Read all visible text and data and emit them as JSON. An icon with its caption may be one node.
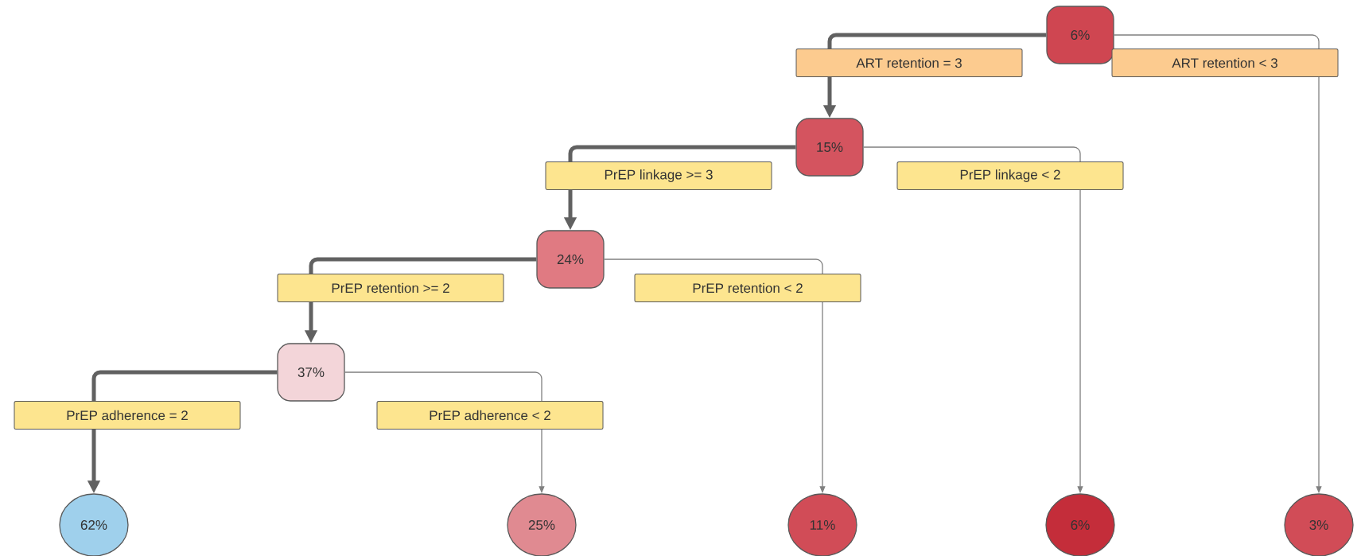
{
  "diagram": {
    "nodes": [
      {
        "text": [
          "6%"
        ]
      },
      {
        "text": [
          "15%"
        ]
      },
      {
        "text": [
          "24%"
        ]
      },
      {
        "text": [
          "37%"
        ]
      },
      {
        "text": [
          "62%"
        ]
      },
      {
        "text": [
          "25%"
        ]
      },
      {
        "text": [
          "11%"
        ]
      },
      {
        "text": [
          "6%"
        ]
      },
      {
        "text": [
          "3%"
        ]
      }
    ],
    "edges": [
      {
        "from": 0,
        "to": 1,
        "arrow": "to",
        "style": "thick",
        "label": "ART retention = 3"
      },
      {
        "from": 0,
        "to": 8,
        "arrow": "to",
        "label": "ART retention < 3"
      },
      {
        "from": 1,
        "to": 2,
        "arrow": "to",
        "style": "thick",
        "label": "PrEP linkage >= 3"
      },
      {
        "from": 1,
        "to": 7,
        "arrow": "to",
        "label": "PrEP linkage < 2"
      },
      {
        "from": 2,
        "to": 3,
        "arrow": "to",
        "style": "thick",
        "label": "PrEP retention >= 2"
      },
      {
        "from": 2,
        "to": 6,
        "arrow": "to",
        "label": "PrEP retention < 2"
      },
      {
        "from": 3,
        "to": 4,
        "arrow": "to",
        "style": "thick",
        "label": "PrEP adherence = 2"
      },
      {
        "from": 3,
        "to": 5,
        "arrow": "to",
        "label": "PrEP adherence < 2"
      }
    ]
  }
}
